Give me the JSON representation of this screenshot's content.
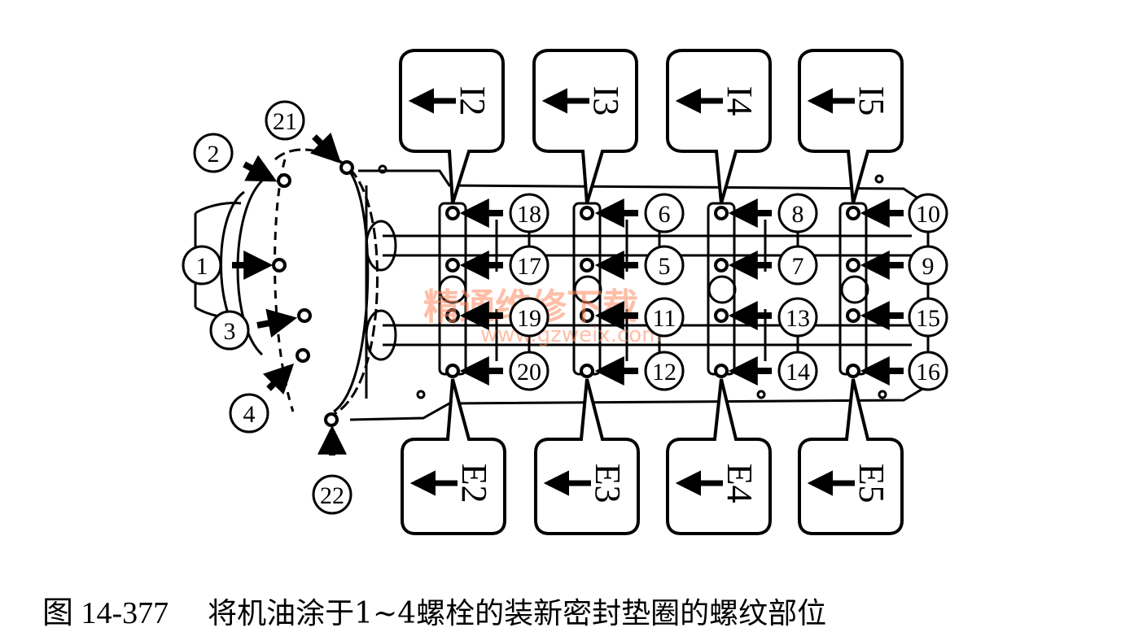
{
  "figure": {
    "number": "图 14-377",
    "caption": "将机油涂于1~4螺栓的装新密封垫圈的螺纹部位"
  },
  "watermark": {
    "text": "精通维修下载",
    "url": "www.gzweix.com"
  },
  "top_tags": [
    "I2",
    "I3",
    "I4",
    "I5"
  ],
  "bottom_tags": [
    "E2",
    "E3",
    "E4",
    "E5"
  ],
  "bolt_labels": {
    "left": [
      "1",
      "2",
      "3",
      "4",
      "21",
      "22"
    ],
    "row1": [
      "18",
      "6",
      "8",
      "10"
    ],
    "row2": [
      "17",
      "5",
      "7",
      "9"
    ],
    "row3": [
      "19",
      "11",
      "13",
      "15"
    ],
    "row4": [
      "20",
      "12",
      "14",
      "16"
    ]
  },
  "colors": {
    "ink": "#000000",
    "watermark": "#ff8a60"
  }
}
